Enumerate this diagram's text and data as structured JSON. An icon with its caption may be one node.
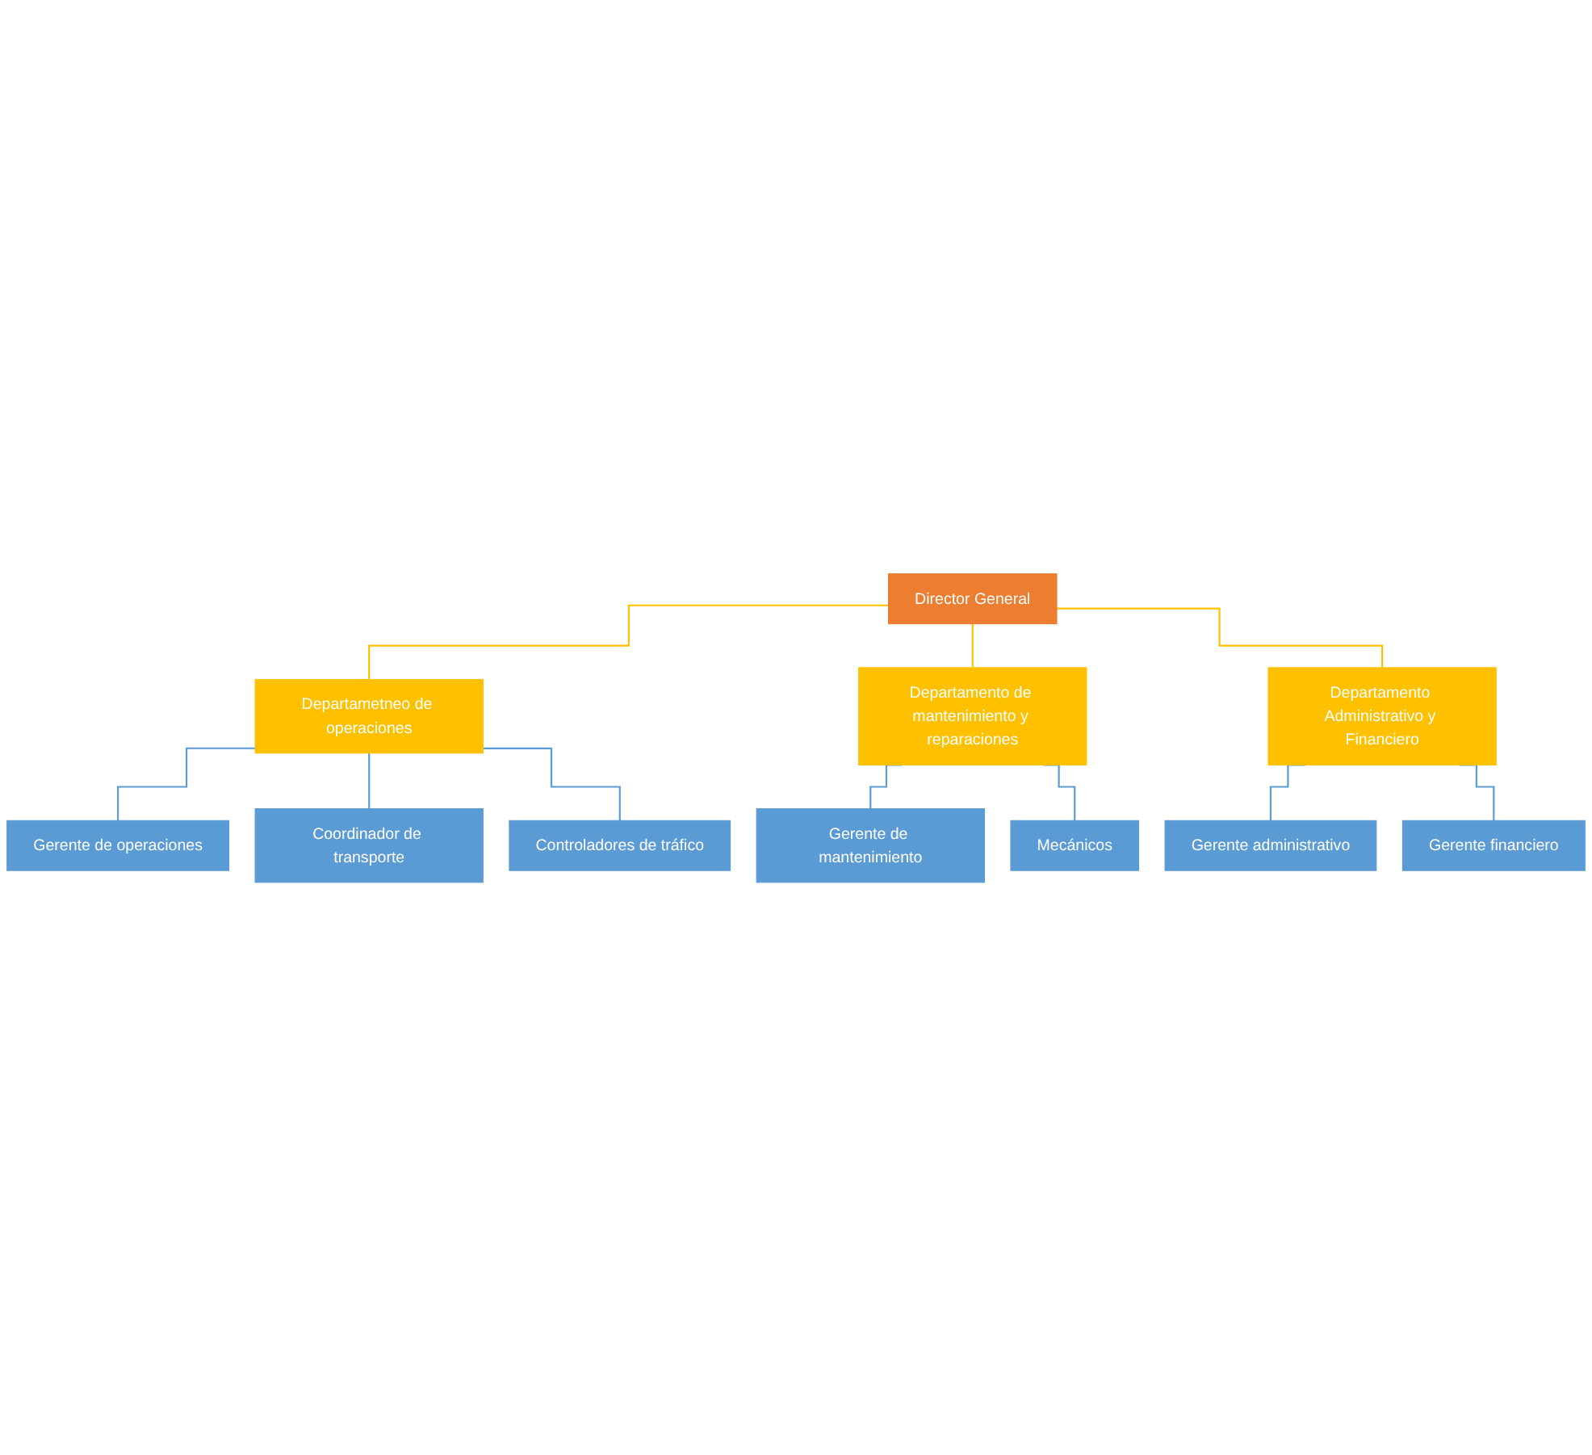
{
  "diagram": {
    "nodes": [
      {
        "text": [
          "Director General"
        ]
      },
      {
        "text": [
          "Departametneo de operaciones"
        ]
      },
      {
        "text": [
          "Departamento de mantenimiento y reparaciones"
        ]
      },
      {
        "text": [
          "Departamento Administrativo y Financiero"
        ]
      },
      {
        "text": [
          "Gerente de operaciones"
        ]
      },
      {
        "text": [
          "Coordinador de transporte"
        ]
      },
      {
        "text": [
          "Controladores de tráfico"
        ]
      },
      {
        "text": [
          "Gerente de mantenimiento"
        ]
      },
      {
        "text": [
          "Mecánicos"
        ]
      },
      {
        "text": [
          "Gerente administrativo"
        ]
      },
      {
        "text": [
          "Gerente financiero"
        ]
      }
    ],
    "edges": [
      {
        "from": 0,
        "to": 1,
        "arrow": "none",
        "color": "#ffc000"
      },
      {
        "from": 0,
        "to": 2,
        "arrow": "none",
        "color": "#ffc000"
      },
      {
        "from": 0,
        "to": 3,
        "arrow": "none",
        "color": "#ffc000"
      },
      {
        "from": 1,
        "to": 4,
        "arrow": "none"
      },
      {
        "from": 1,
        "to": 5,
        "arrow": "none"
      },
      {
        "from": 1,
        "to": 6,
        "arrow": "none"
      },
      {
        "from": 2,
        "to": 7,
        "arrow": "none"
      },
      {
        "from": 2,
        "to": 8,
        "arrow": "none"
      },
      {
        "from": 3,
        "to": 9,
        "arrow": "none"
      },
      {
        "from": 3,
        "to": 10,
        "arrow": "none"
      }
    ]
  }
}
